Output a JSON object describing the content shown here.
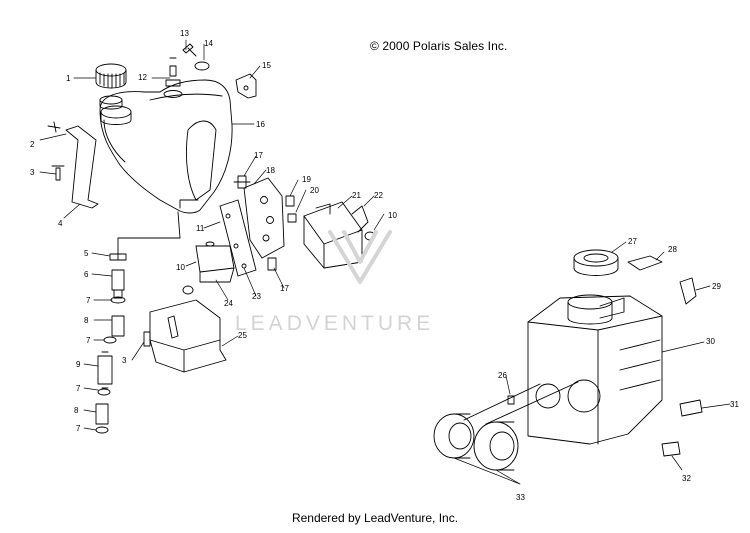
{
  "copyright": "© 2000 Polaris Sales Inc.",
  "watermark": "LEADVENTURE",
  "footer": "Rendered by LeadVenture, Inc.",
  "callouts": [
    {
      "id": "c1",
      "text": "1"
    },
    {
      "id": "c2",
      "text": "2"
    },
    {
      "id": "c3a",
      "text": "3"
    },
    {
      "id": "c4",
      "text": "4"
    },
    {
      "id": "c5",
      "text": "5"
    },
    {
      "id": "c6",
      "text": "6"
    },
    {
      "id": "c7a",
      "text": "7"
    },
    {
      "id": "c8a",
      "text": "8"
    },
    {
      "id": "c7b",
      "text": "7"
    },
    {
      "id": "c9",
      "text": "9"
    },
    {
      "id": "c7c",
      "text": "7"
    },
    {
      "id": "c8b",
      "text": "8"
    },
    {
      "id": "c7d",
      "text": "7"
    },
    {
      "id": "c3b",
      "text": "3"
    },
    {
      "id": "c10a",
      "text": "10"
    },
    {
      "id": "c10b",
      "text": "10"
    },
    {
      "id": "c11",
      "text": "11"
    },
    {
      "id": "c12",
      "text": "12"
    },
    {
      "id": "c13",
      "text": "13"
    },
    {
      "id": "c14",
      "text": "14"
    },
    {
      "id": "c15",
      "text": "15"
    },
    {
      "id": "c16",
      "text": "16"
    },
    {
      "id": "c17a",
      "text": "17"
    },
    {
      "id": "c17b",
      "text": "17"
    },
    {
      "id": "c18",
      "text": "18"
    },
    {
      "id": "c19",
      "text": "19"
    },
    {
      "id": "c20",
      "text": "20"
    },
    {
      "id": "c21",
      "text": "21"
    },
    {
      "id": "c22",
      "text": "22"
    },
    {
      "id": "c23",
      "text": "23"
    },
    {
      "id": "c24",
      "text": "24"
    },
    {
      "id": "c25",
      "text": "25"
    },
    {
      "id": "c26",
      "text": "26"
    },
    {
      "id": "c27",
      "text": "27"
    },
    {
      "id": "c28",
      "text": "28"
    },
    {
      "id": "c29",
      "text": "29"
    },
    {
      "id": "c30",
      "text": "30"
    },
    {
      "id": "c31",
      "text": "31"
    },
    {
      "id": "c32",
      "text": "32"
    },
    {
      "id": "c33",
      "text": "33"
    }
  ]
}
